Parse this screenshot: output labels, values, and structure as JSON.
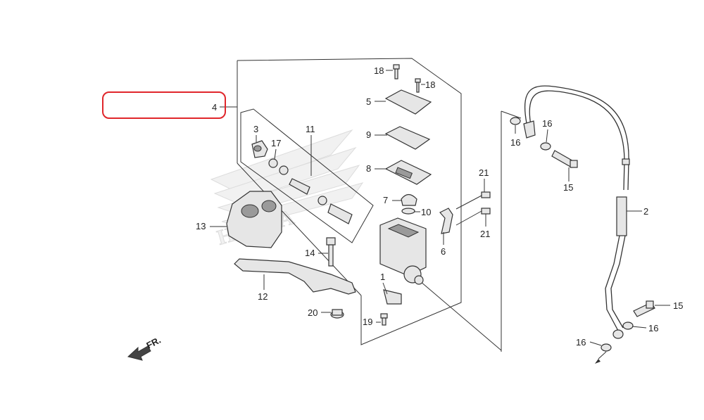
{
  "callouts": {
    "c1": "1",
    "c2": "2",
    "c3": "3",
    "c4": "4",
    "c5": "5",
    "c6": "6",
    "c7": "7",
    "c8": "8",
    "c9": "9",
    "c10": "10",
    "c11": "11",
    "c12": "12",
    "c13": "13",
    "c14": "14",
    "c15a": "15",
    "c15b": "15",
    "c16a": "16",
    "c16b": "16",
    "c16c": "16",
    "c16d": "16",
    "c17": "17",
    "c18a": "18",
    "c18b": "18",
    "c19": "19",
    "c20": "20",
    "c21a": "21",
    "c21b": "21"
  },
  "direction_label": "FR.",
  "watermark_text": "HONDA",
  "colors": {
    "highlight": "#e0262b",
    "ink": "#333333",
    "watermark": "#dcdcdc"
  },
  "icons": {
    "direction": "arrow-left-icon"
  }
}
